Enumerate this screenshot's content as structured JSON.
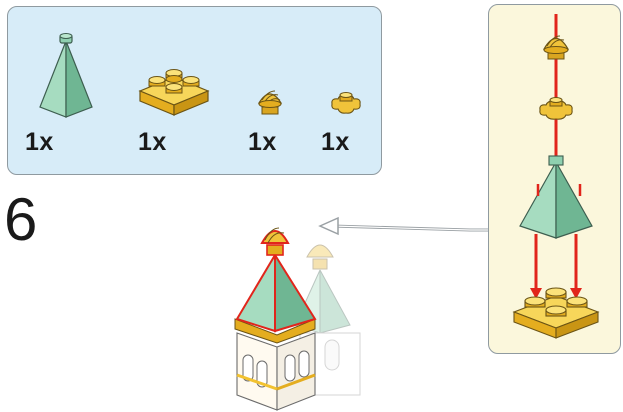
{
  "step": {
    "number": "6"
  },
  "parts_list": {
    "items": [
      {
        "name": "slope-brick-sand-green",
        "quantity": "1x"
      },
      {
        "name": "plate-2x2-gold",
        "quantity": "1x"
      },
      {
        "name": "round-dome-pearl-gold",
        "quantity": "1x"
      },
      {
        "name": "round-plate-flower-gold",
        "quantity": "1x"
      }
    ]
  },
  "colors": {
    "parts_panel_bg": "#d7ecf8",
    "sub_panel_bg": "#fbf7dc",
    "sand_green": "#7fc4a1",
    "gold": "#f2c230",
    "highlight_red": "#e1251b"
  }
}
